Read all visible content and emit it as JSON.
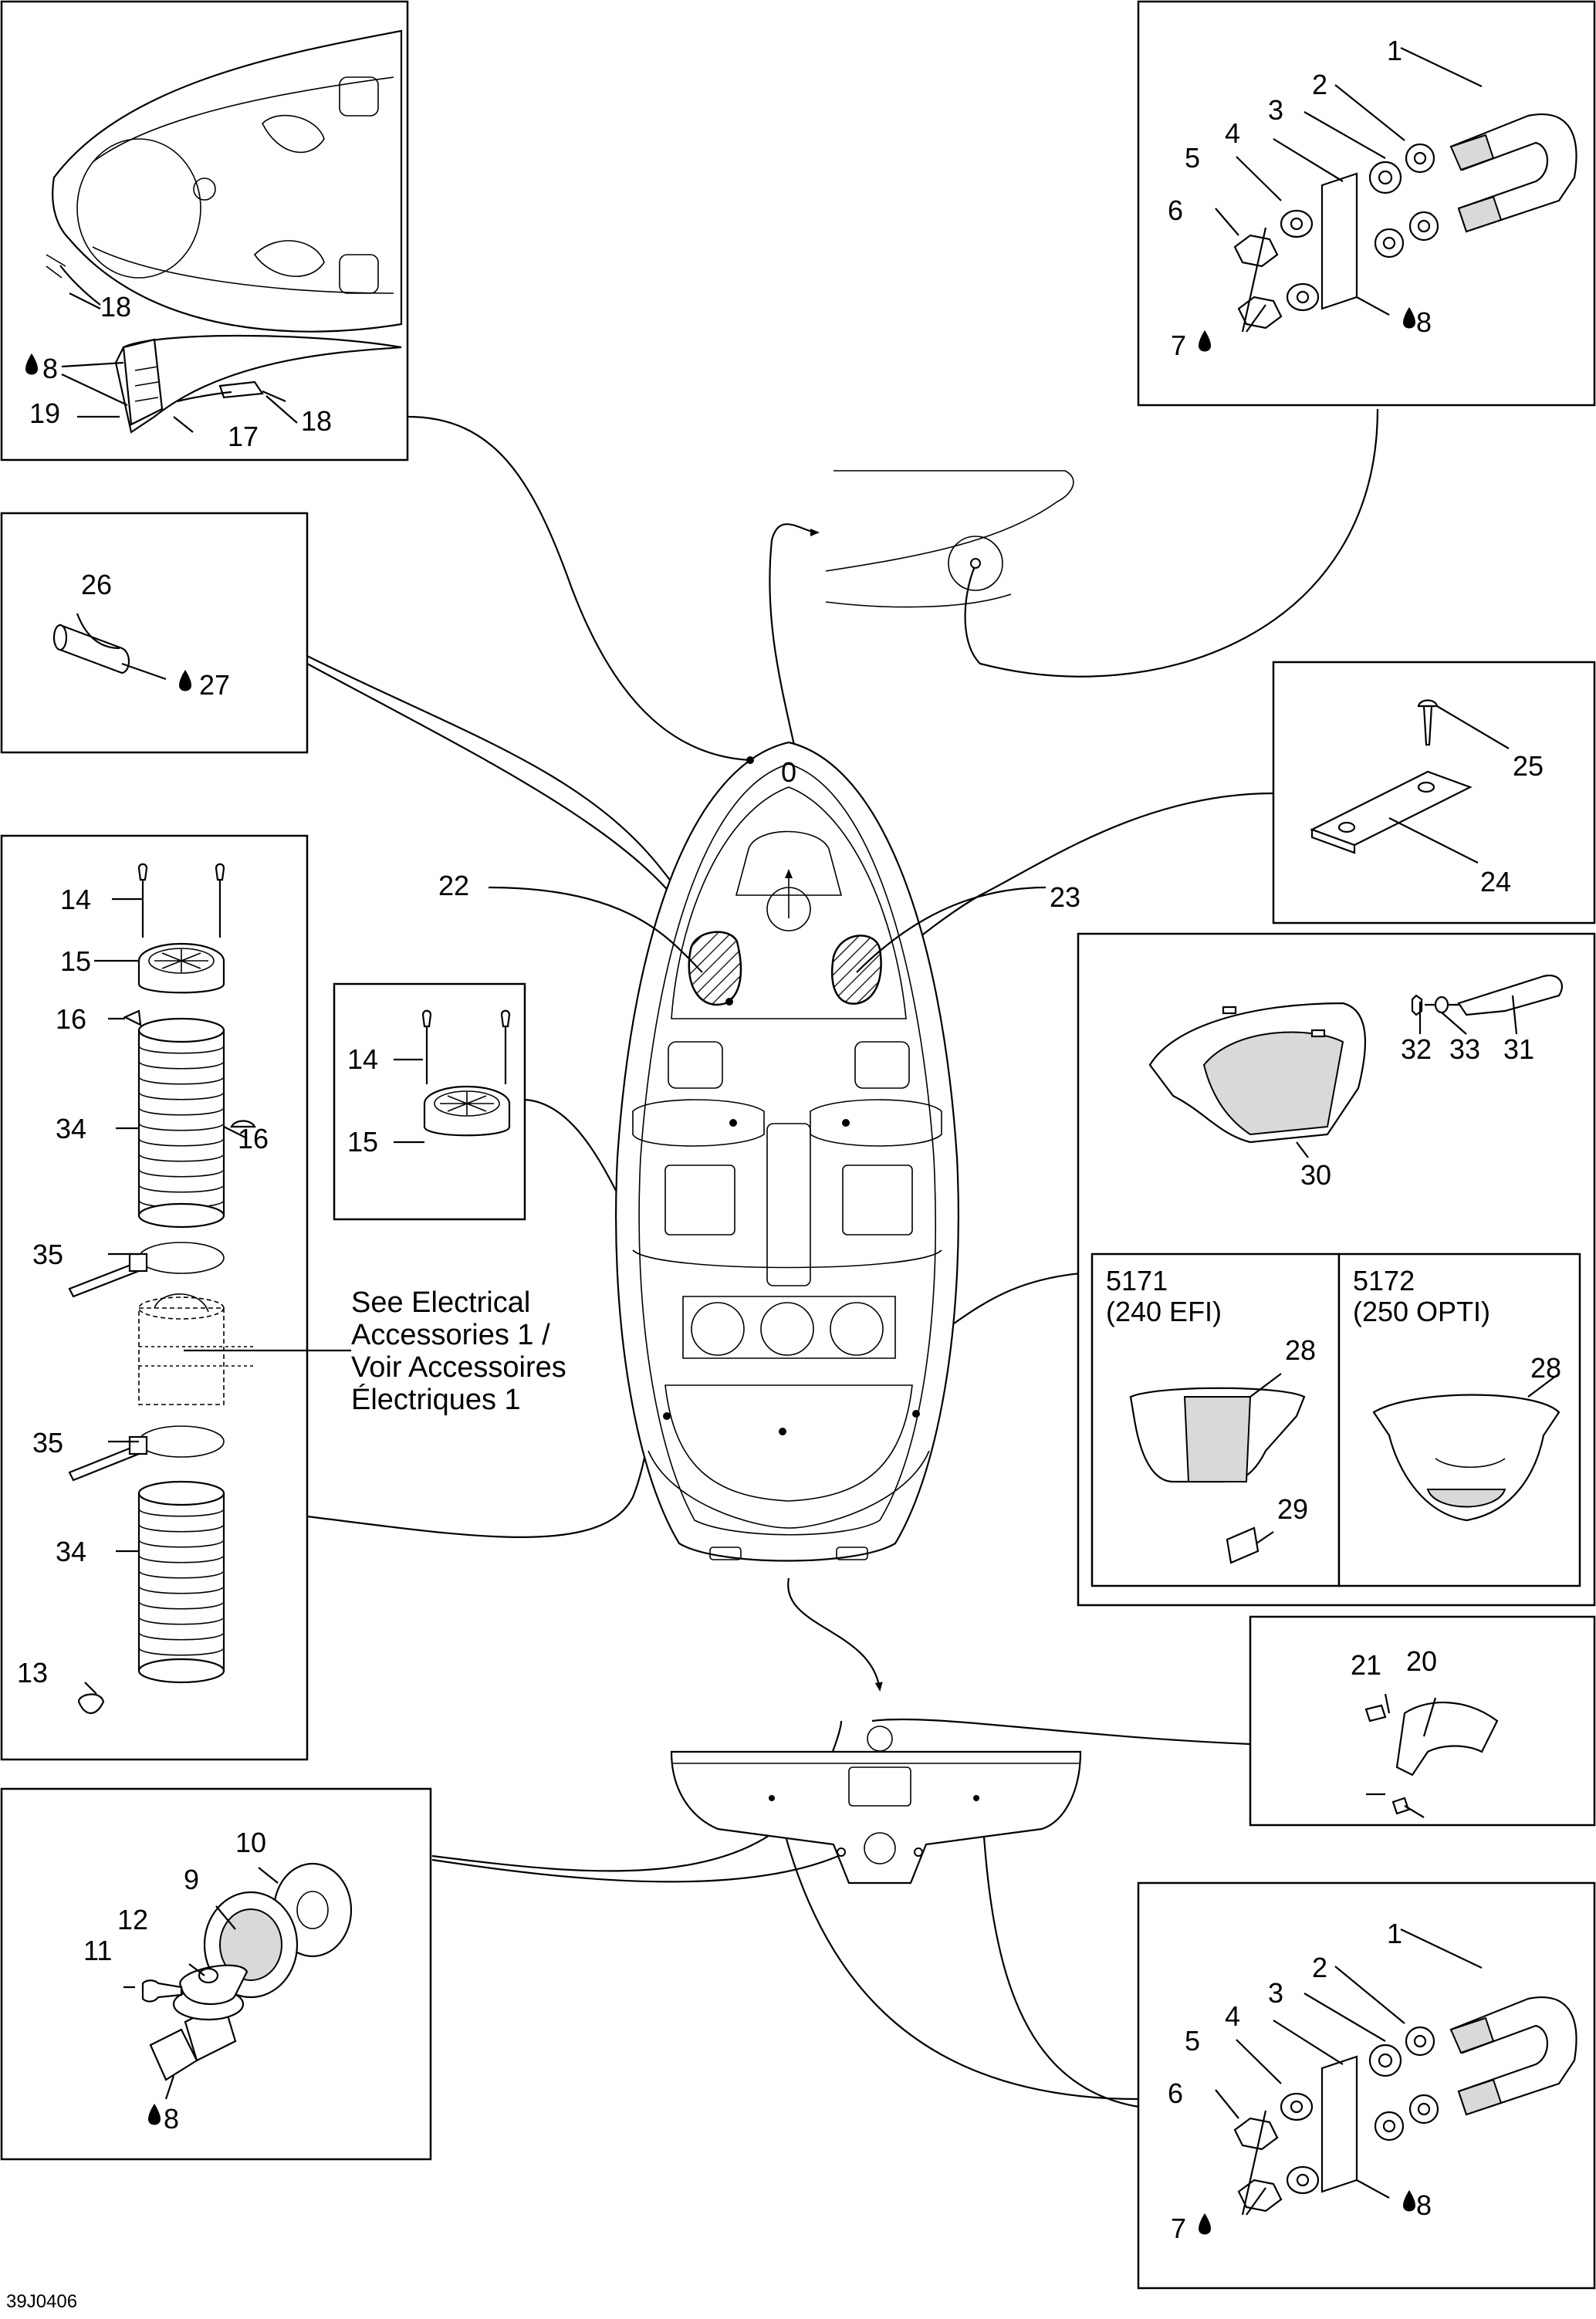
{
  "figure_code": "39J0406",
  "callouts": {
    "c1a": "1",
    "c2a": "2",
    "c3a": "3",
    "c4a": "4",
    "c5a": "5",
    "c6a": "6",
    "c7a": "7",
    "c8a": "8",
    "c1b": "1",
    "c2b": "2",
    "c3b": "3",
    "c4b": "4",
    "c5b": "5",
    "c6b": "6",
    "c7b": "7",
    "c8b": "8",
    "c8c": "8",
    "c8d": "8",
    "c9": "9",
    "c10": "10",
    "c11": "11",
    "c12": "12",
    "c13": "13",
    "c14a": "14",
    "c14b": "14",
    "c15a": "15",
    "c15b": "15",
    "c16a": "16",
    "c16b": "16",
    "c17": "17",
    "c18a": "18",
    "c18b": "18",
    "c19": "19",
    "c20": "20",
    "c21": "21",
    "c22": "22",
    "c23": "23",
    "c24": "24",
    "c25": "25",
    "c26": "26",
    "c27": "27",
    "c28a": "28",
    "c28b": "28",
    "c29": "29",
    "c30": "30",
    "c31": "31",
    "c32": "32",
    "c33": "33",
    "c34a": "34",
    "c34b": "34",
    "c35a": "35",
    "c35b": "35"
  },
  "electrical_note": {
    "line1": "See Electrical",
    "line2": "Accessories 1 /",
    "line3": "Voir Accessoires",
    "line4": "Électriques 1"
  },
  "engine_variants": [
    {
      "model": "5171",
      "engine": "(240 EFI)"
    },
    {
      "model": "5172",
      "engine": "(250 OPTI)"
    }
  ]
}
